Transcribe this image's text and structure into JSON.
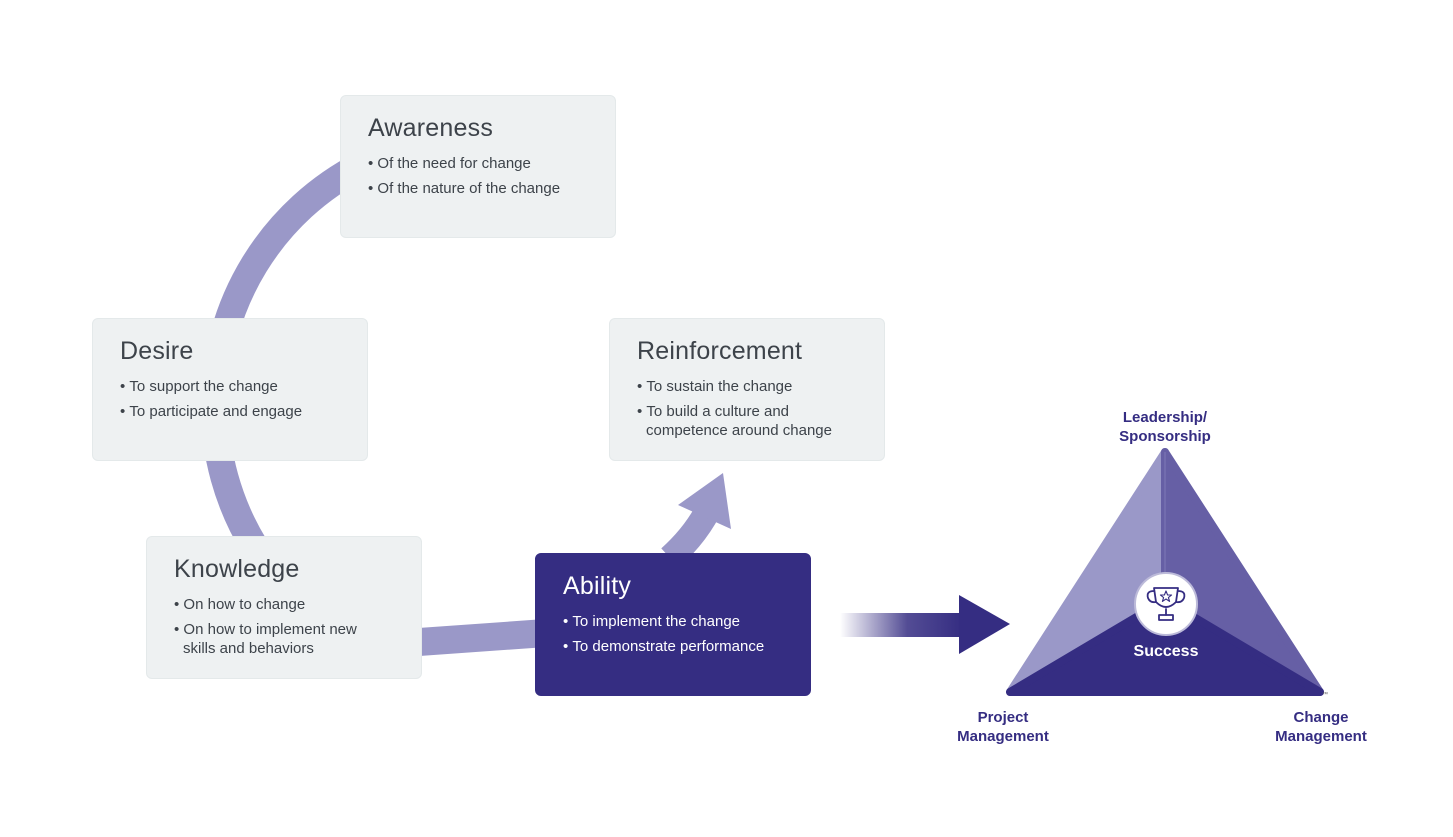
{
  "stages": [
    {
      "title": "Awareness",
      "points": [
        "Of the need for change",
        "Of the nature of the change"
      ]
    },
    {
      "title": "Desire",
      "points": [
        "To support the change",
        "To participate and engage"
      ]
    },
    {
      "title": "Knowledge",
      "points": [
        "On how to change",
        "On how to implement new skills and behaviors"
      ]
    },
    {
      "title": "Ability",
      "points": [
        "To implement the change",
        "To demonstrate performance"
      ]
    },
    {
      "title": "Reinforcement",
      "points": [
        "To sustain the change",
        "To build a culture and competence around change"
      ]
    }
  ],
  "triangle": {
    "top_label": "Leadership/ Sponsorship",
    "left_label": "Project Management",
    "right_label": "Change Management",
    "center_label": "Success",
    "trademark": "™",
    "center_icon": "trophy-icon"
  },
  "colors": {
    "arc": "#9a98c8",
    "dark": "#352d82",
    "mid": "#665fa5",
    "light": "#9a98c8",
    "card": "#eef1f2"
  }
}
